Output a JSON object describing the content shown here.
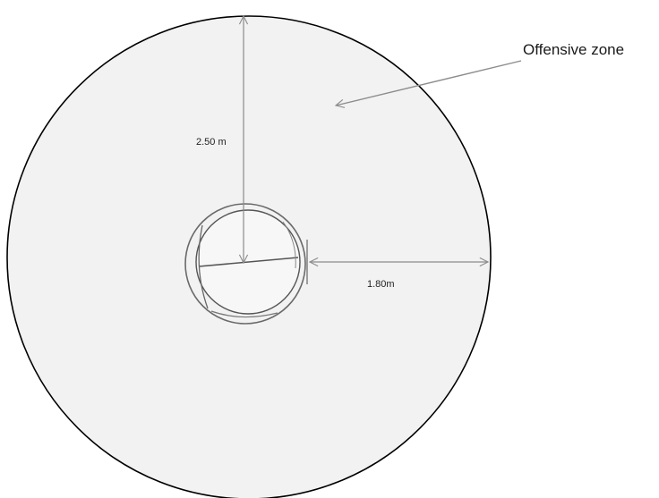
{
  "diagram": {
    "zone_label": "Offensive zone",
    "radius_label": "2.50 m",
    "gap_label": "1.80m"
  },
  "colors": {
    "zone_fill": "#f2f2f2",
    "outline": "#000000",
    "arrow": "#8c8c8c",
    "ball_line": "#555555"
  }
}
